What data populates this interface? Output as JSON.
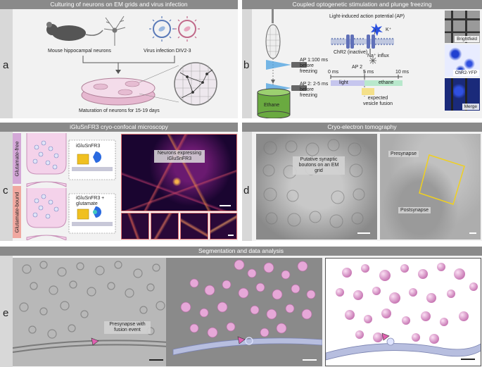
{
  "panels": {
    "a": {
      "letter": "a",
      "title": "Culturing of neurons on EM grids and virus infection",
      "mouse_label": "Mouse hippocampal neurons",
      "virus_label": "Virus infection DIV2-3",
      "maturation_label": "Maturation of neurons for 15-19 days"
    },
    "b": {
      "letter": "b",
      "title": "Coupled optogenetic stimulation and plunge freezing",
      "ap1": "AP 1:100 ms before freezing",
      "ap2": "AP 2: 2-5 ms before freezing",
      "ethane_bath": "Ethane",
      "ap_title": "Light-induced action potential (AP)",
      "k_ion": "K⁺",
      "chr2": "ChR2 (inactive)",
      "na_influx": "Na⁺ influx",
      "t0": "0 ms",
      "t5": "5 ms",
      "t10": "10 ms",
      "ap2_marker": "AP 2",
      "light": "light",
      "ethane": "ethane",
      "expected": "expected vesicle fusion",
      "brightfield": "Brightfield",
      "chr2yfp": "ChR2-YFP",
      "merge": "Merge"
    },
    "c": {
      "letter": "c",
      "title": "iGluSnFR3 cryo-confocal microscopy",
      "glu_free": "Glutamate-free",
      "glu_bound": "Glutamate-bound",
      "sensor1": "iGluSnFR3",
      "sensor2": "iGluSnFR3 + glutamate",
      "neurons": "Neurons expressing iGluSnFR3"
    },
    "d": {
      "letter": "d",
      "title": "Cryo-electron tomography",
      "boutons": "Putative synaptic boutons on an EM grid",
      "presynapse": "Presynapse",
      "postsynapse": "Postsynapse"
    },
    "e": {
      "letter": "e",
      "title": "Segmentation and data analysis",
      "fusion": "Presynapse with fusion event"
    }
  },
  "colors": {
    "header": "#8a8a8a",
    "panel_bg": "#f2f2f2",
    "vesicle_pink": "#e6a8d8",
    "membrane_lavender": "#b7bedf",
    "inferno_dark": "#1a0530",
    "inferno_bright": "#f7b34a",
    "confocal_border": "#e07070",
    "roi_yellow": "#f0d020"
  }
}
